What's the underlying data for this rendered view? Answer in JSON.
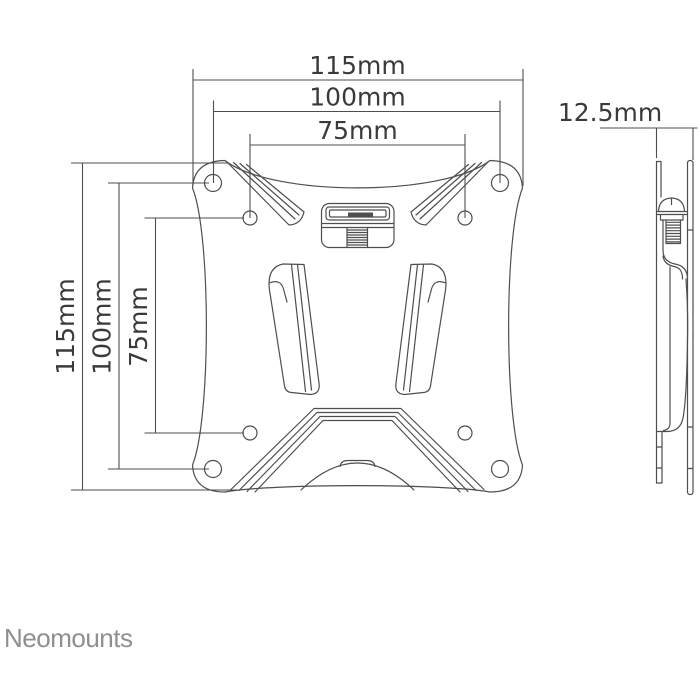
{
  "brand": {
    "name": "Neomounts"
  },
  "dimensions": {
    "horizontal": [
      {
        "label": "115mm"
      },
      {
        "label": "100mm"
      },
      {
        "label": "75mm"
      }
    ],
    "vertical": [
      {
        "label": "115mm"
      },
      {
        "label": "100mm"
      },
      {
        "label": "75mm"
      }
    ],
    "thickness": {
      "label": "12.5mm"
    }
  },
  "colors": {
    "line": "#4e4e4e",
    "dim_text": "#3a3a3a",
    "brand_text": "#8f8f8f",
    "background": "#ffffff"
  }
}
